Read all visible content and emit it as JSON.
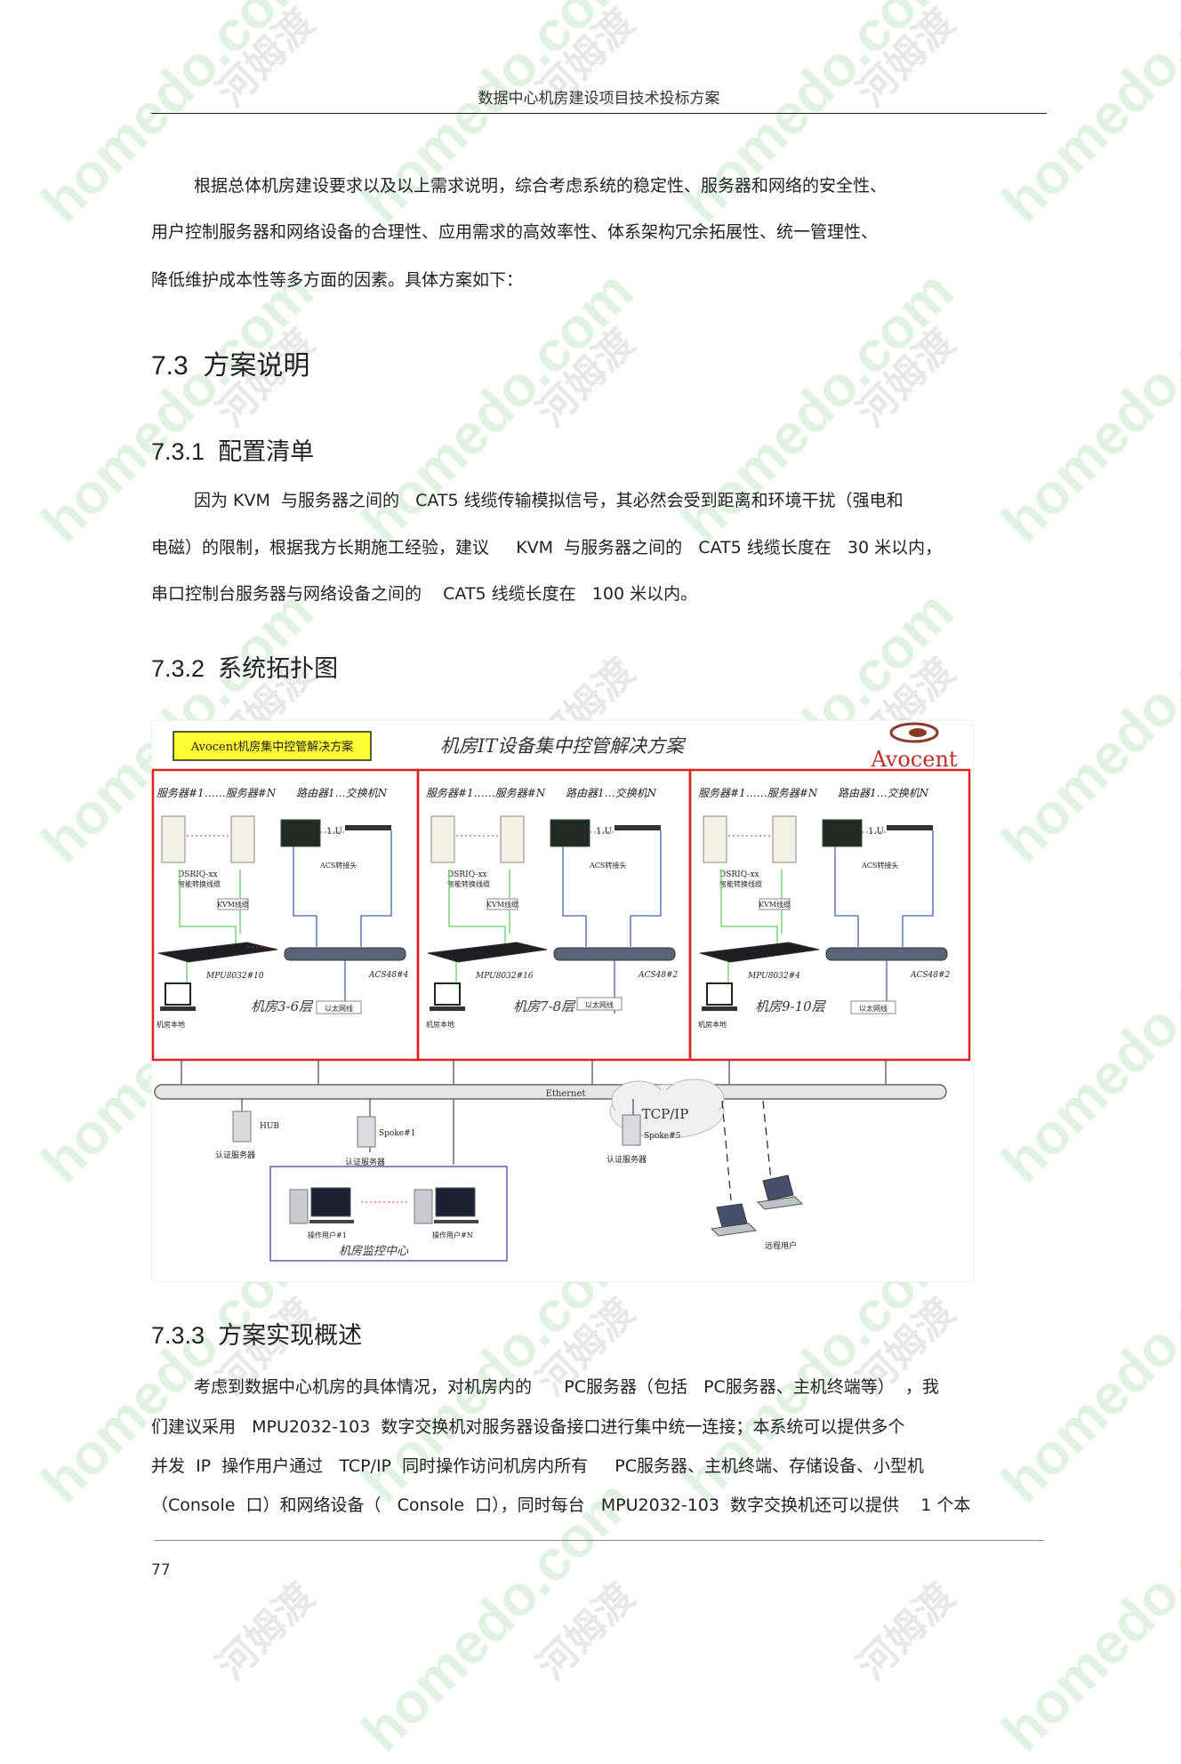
{
  "header": {
    "title": "数据中心机房建设项目技术投标方案"
  },
  "intro": [
    "根据总体机房建设要求以及以上需求说明，综合考虑系统的稳定性、服务器和网络的安全性、",
    "用户控制服务器和网络设备的合理性、应用需求的高效率性、体系架构冗余拓展性、统一管理性、",
    "降低维护成本性等多方面的因素。具体方案如下："
  ],
  "section_7_3": {
    "number": "7.3",
    "title": "方案说明"
  },
  "section_7_3_1": {
    "number": "7.3.1",
    "title": "配置清单",
    "lines": [
      "因为 KVM  与服务器之间的   CAT5 线缆传输模拟信号，其必然会受到距离和环境干扰（强电和",
      "电磁）的限制，根据我方长期施工经验，建议     KVM  与服务器之间的   CAT5 线缆长度在   30 米以内，",
      "串口控制台服务器与网络设备之间的    CAT5 线缆长度在   100 米以内。"
    ]
  },
  "section_7_3_2": {
    "number": "7.3.2",
    "title": "系统拓扑图"
  },
  "diagram": {
    "badge": "Avocent机房集中控管解决方案",
    "title": "机房IT设备集中控管解决方案",
    "brand": "Avocent",
    "zones": [
      {
        "servers": "服务器#1……服务器#N",
        "routers": "路由器1…交换机N",
        "kvm_cable": "KVM线缆",
        "kvm": "MPU8032#10",
        "acs": "ACS48#4",
        "ethernet": "以太网线",
        "room": "机房3-6层",
        "local": "机房本地",
        "dsr": "DSRIQ-xx",
        "dsr_sub": "智能转换线缆",
        "acs_head": "ACS转接头",
        "lu": "1.U"
      },
      {
        "servers": "服务器#1……服务器#N",
        "routers": "路由器1…交换机N",
        "kvm_cable": "KVM线缆",
        "kvm": "MPU8032#16",
        "acs": "ACS48#2",
        "ethernet": "以太网线",
        "room": "机房7-8层",
        "local": "机房本地",
        "dsr": "DSRIQ-xx",
        "dsr_sub": "智能转换线缆",
        "acs_head": "ACS转接头",
        "lu": "1.U"
      },
      {
        "servers": "服务器#1……服务器#N",
        "routers": "路由器1…交换机N",
        "kvm_cable": "KVM线缆",
        "kvm": "MPU8032#4",
        "acs": "ACS48#2",
        "ethernet": "以太网线",
        "room": "机房9-10层",
        "local": "机房本地",
        "dsr": "DSRIQ-xx",
        "dsr_sub": "智能转换线缆",
        "acs_head": "ACS转接头",
        "lu": "1.U"
      }
    ],
    "ethernet_label": "Ethernet",
    "cloud_label": "TCP/IP",
    "hub": "HUB",
    "auth1": "认证服务器",
    "spoke1": "Spoke#1",
    "auth2": "认证服务器",
    "spoke5": "Spoke#5",
    "auth3": "认证服务器",
    "op1": "操作用户#1",
    "opn": "操作用户#N",
    "monitor_center": "机房监控中心",
    "remote": "远程用户"
  },
  "section_7_3_3": {
    "number": "7.3.3",
    "title": "方案实现概述",
    "lines": [
      "考虑到数据中心机房的具体情况，对机房内的      PC服务器（包括   PC服务器、主机终端等）  ，我",
      "们建议采用   MPU2032-103  数字交换机对服务器设备接口进行集中统一连接；本系统可以提供多个",
      "并发  IP  操作用户通过   TCP/IP  同时操作访问机房内所有     PC服务器、主机终端、存储设备、小型机",
      "（Console  口）和网络设备（   Console  口），同时每台   MPU2032-103  数字交换机还可以提供    1 个本"
    ]
  },
  "footer": {
    "page": "77"
  },
  "watermark": {
    "en": "homedo.com",
    "cn": "河姆渡"
  }
}
